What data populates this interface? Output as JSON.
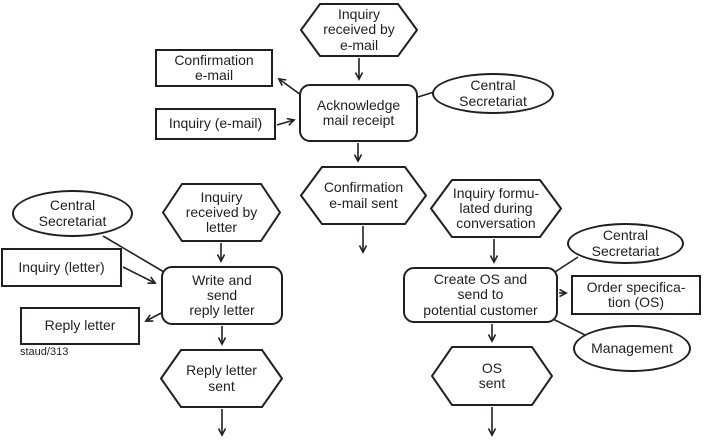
{
  "diagram": {
    "colors": {
      "ink": "#231f20",
      "background": "#ffffff"
    },
    "footnote": "staud/313",
    "nodes": {
      "inquiry_email_event": {
        "type": "event",
        "label": "Inquiry\nreceived by\ne-mail"
      },
      "acknowledge_function": {
        "type": "function",
        "label": "Acknowledge\nmail receipt"
      },
      "central_secretariat_top": {
        "type": "org-unit",
        "label": "Central\nSecretariat"
      },
      "confirmation_email_doc": {
        "type": "document",
        "label": "Confirmation\ne-mail"
      },
      "inquiry_email_doc": {
        "type": "document",
        "label": "Inquiry (e-mail)"
      },
      "confirmation_sent_event": {
        "type": "event",
        "label": "Confirmation\ne-mail sent"
      },
      "central_secretariat_left": {
        "type": "org-unit",
        "label": "Central\nSecretariat"
      },
      "inquiry_letter_event": {
        "type": "event",
        "label": "Inquiry\nreceived by\nletter"
      },
      "inquiry_letter_doc": {
        "type": "document",
        "label": "Inquiry (letter)"
      },
      "write_send_function": {
        "type": "function",
        "label": "Write and\nsend\nreply letter"
      },
      "reply_letter_doc": {
        "type": "document",
        "label": "Reply letter"
      },
      "reply_sent_event": {
        "type": "event",
        "label": "Reply letter\nsent"
      },
      "inquiry_conversation_event": {
        "type": "event",
        "label": "Inquiry formu-\nlated during\nconversation"
      },
      "central_secretariat_right": {
        "type": "org-unit",
        "label": "Central\nSecretariat"
      },
      "create_os_function": {
        "type": "function",
        "label": "Create OS and\nsend to\npotential customer"
      },
      "order_spec_doc": {
        "type": "document",
        "label": "Order specifica-\ntion (OS)"
      },
      "management": {
        "type": "org-unit",
        "label": "Management"
      },
      "os_sent_event": {
        "type": "event",
        "label": "OS\nsent"
      }
    },
    "edges": [
      {
        "from": "inquiry_email_event",
        "to": "acknowledge_function",
        "arrowhead": true
      },
      {
        "from": "acknowledge_function",
        "to": "confirmation_email_doc",
        "arrowhead": true
      },
      {
        "from": "inquiry_email_doc",
        "to": "acknowledge_function",
        "arrowhead": true
      },
      {
        "from": "central_secretariat_top",
        "to": "acknowledge_function",
        "arrowhead": false
      },
      {
        "from": "acknowledge_function",
        "to": "confirmation_sent_event",
        "arrowhead": true
      },
      {
        "from": "confirmation_sent_event",
        "to": "continuation",
        "arrowhead": true
      },
      {
        "from": "inquiry_letter_event",
        "to": "write_send_function",
        "arrowhead": true
      },
      {
        "from": "central_secretariat_left",
        "to": "write_send_function",
        "arrowhead": false
      },
      {
        "from": "inquiry_letter_doc",
        "to": "write_send_function",
        "arrowhead": true
      },
      {
        "from": "write_send_function",
        "to": "reply_letter_doc",
        "arrowhead": true
      },
      {
        "from": "write_send_function",
        "to": "reply_sent_event",
        "arrowhead": true
      },
      {
        "from": "reply_sent_event",
        "to": "continuation",
        "arrowhead": true
      },
      {
        "from": "inquiry_conversation_event",
        "to": "create_os_function",
        "arrowhead": true
      },
      {
        "from": "central_secretariat_right",
        "to": "create_os_function",
        "arrowhead": false
      },
      {
        "from": "create_os_function",
        "to": "order_spec_doc",
        "arrowhead": true
      },
      {
        "from": "management",
        "to": "create_os_function",
        "arrowhead": false
      },
      {
        "from": "create_os_function",
        "to": "os_sent_event",
        "arrowhead": true
      },
      {
        "from": "os_sent_event",
        "to": "continuation",
        "arrowhead": true
      }
    ]
  }
}
